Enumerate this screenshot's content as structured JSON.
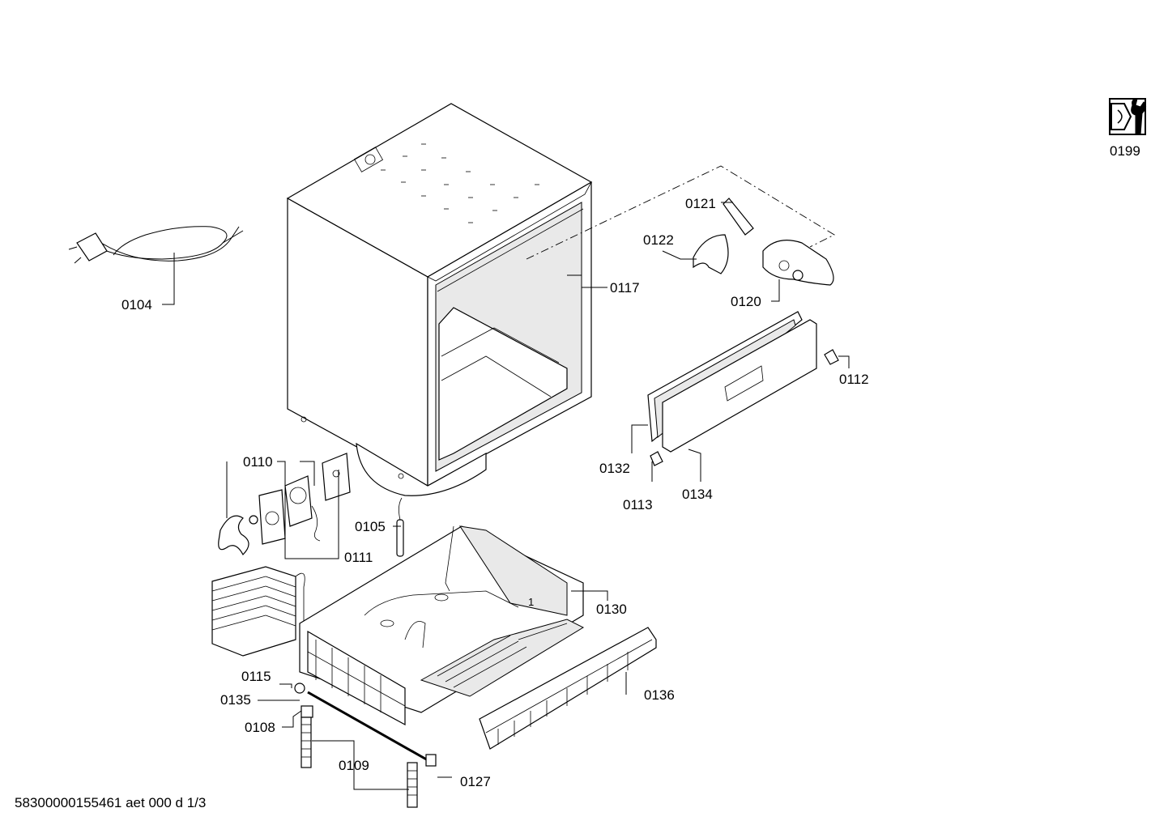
{
  "document_id": "58300000155461 aet 000 d 1/3",
  "part_labels": {
    "p0104": "0104",
    "p0105": "0105",
    "p0108": "0108",
    "p0109": "0109",
    "p0110": "0110",
    "p0111": "0111",
    "p0112": "0112",
    "p0113": "0113",
    "p0115": "0115",
    "p0117": "0117",
    "p0120": "0120",
    "p0121": "0121",
    "p0122": "0122",
    "p0127": "0127",
    "p0130": "0130",
    "p0132": "0132",
    "p0134": "0134",
    "p0135": "0135",
    "p0136": "0136",
    "p0199": "0199"
  },
  "icons": {
    "service_kit": "wrench-hexnut-icon"
  }
}
